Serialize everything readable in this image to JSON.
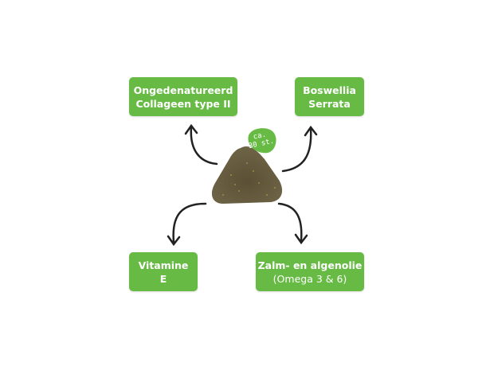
{
  "ingredients": [
    {
      "line1": "Ongedenatureerd",
      "line2": "Collageen type II"
    },
    {
      "line1": "Boswellia",
      "line2": "Serrata"
    },
    {
      "line1": "Vitamine",
      "line2": "E"
    },
    {
      "line1": "Zalm- en algenolie",
      "line2": "(Omega 3 & 6)"
    }
  ],
  "badge": {
    "line1": "ca.",
    "line2": "30 st."
  },
  "colors": {
    "green": "#67bb44",
    "treat": "#5e5236",
    "arrow": "#222222"
  }
}
